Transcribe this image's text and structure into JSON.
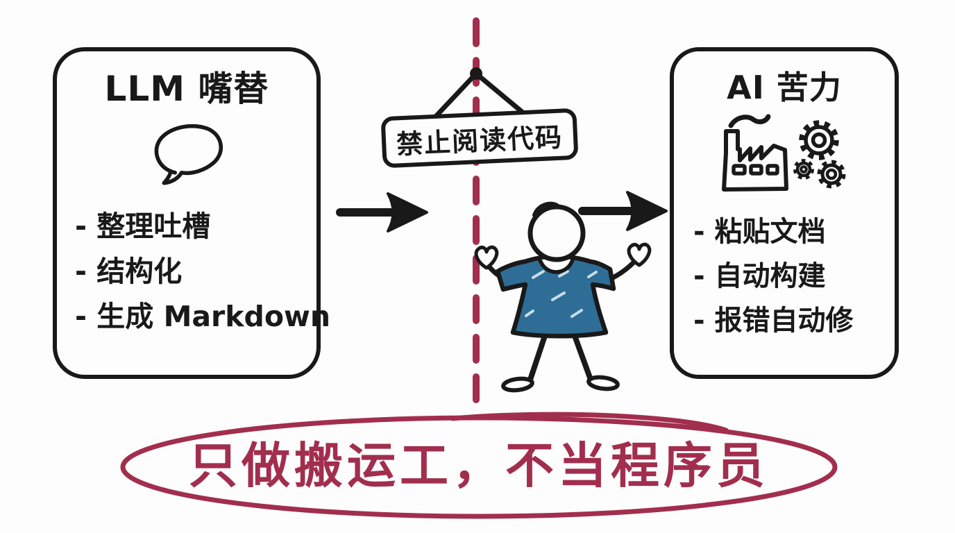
{
  "left_card": {
    "title": "LLM 嘴替",
    "icon": "speech-bubble",
    "items": [
      "- 整理吐槽",
      "- 结构化",
      "- 生成 Markdown"
    ]
  },
  "sign": {
    "text": "禁止阅读代码"
  },
  "right_card": {
    "title": "AI 苦力",
    "icon": "factory-with-gears",
    "items": [
      "- 粘贴文档",
      "- 自动构建",
      "- 报错自动修"
    ]
  },
  "figure": {
    "icon": "stick-person-blue-shirt"
  },
  "slogan": {
    "text": "只做搬运工，不当程序员"
  },
  "colors": {
    "ink_black": "#191919",
    "accent_red": "#a22e4e",
    "shirt_blue": "#2e6d96",
    "paper_white": "#fdfdfd"
  }
}
